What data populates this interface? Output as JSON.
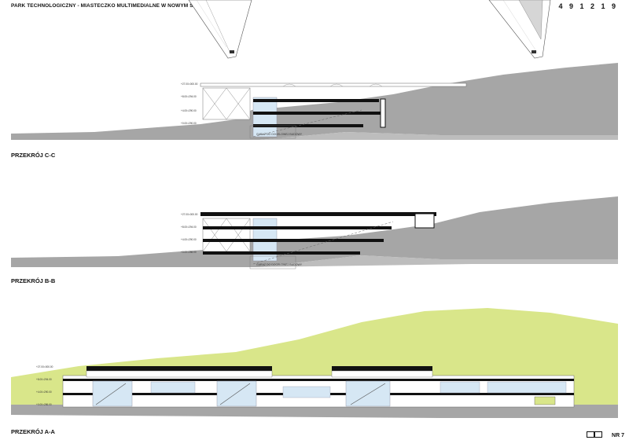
{
  "header": {
    "title": "PARK TECHNOLOGICZNY - MIASTECZKO MULTIMEDIALNE W NOWYM SĄCZU",
    "project_id": "4 9 1 2 1 9"
  },
  "sections": [
    {
      "id": "c-c",
      "label": "PRZEKRÓJ C-C",
      "levels": [
        "+27.00=000.00",
        "+8.00=294.00",
        "+4.00=290.00",
        "+0.00=290.00"
      ],
      "note": "GARAŻ DO DOCELOWEJ BUDOWY"
    },
    {
      "id": "b-b",
      "label": "PRZEKRÓJ B-B",
      "levels": [
        "+27.00=000.00",
        "+8.00=294.00",
        "+4.00=290.00",
        "+0.00=286.00"
      ],
      "note": "GARAŻ DO DOCELOWEJ BUDOWY"
    },
    {
      "id": "a-a",
      "label": "PRZEKRÓJ A-A",
      "levels": [
        "+27.00=000.00",
        "+8.00=294.00",
        "+4.00=290.00",
        "+0.00=286.00"
      ]
    }
  ],
  "footer": {
    "sheet_number": "NR 7"
  },
  "colors": {
    "terrain": "#a6a6a6",
    "hill_green": "#d9e68a",
    "glass": "#d6e7f4",
    "slab": "#111111",
    "line": "#555555"
  }
}
